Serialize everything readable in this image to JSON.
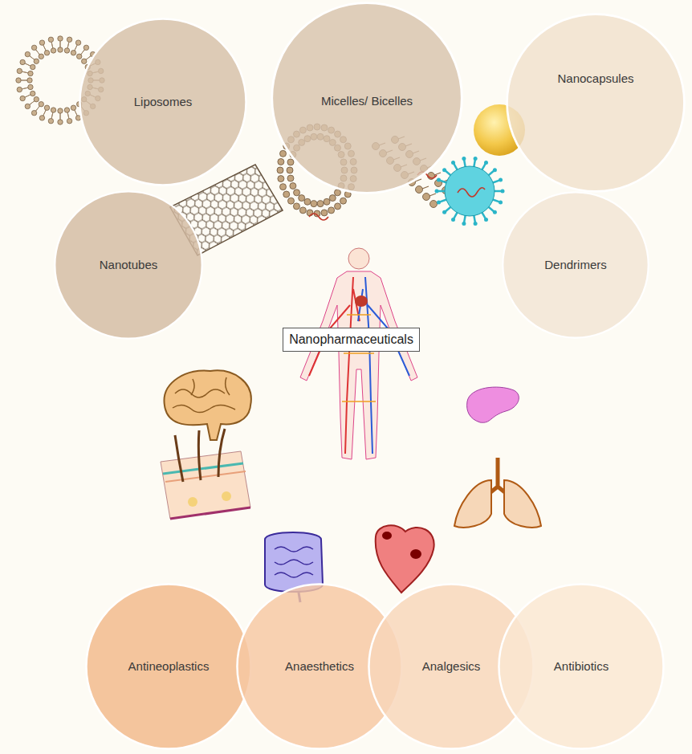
{
  "diagram": {
    "nodes": [
      {
        "text": [
          "Liposomes"
        ]
      },
      {
        "text": [
          "Micelles/ Bicelles"
        ]
      },
      {
        "text": [
          "Nanocapsules"
        ]
      },
      {
        "text": [
          "Nanotubes"
        ]
      },
      {
        "text": [
          "Dendrimers"
        ]
      },
      {
        "text": [
          "Nanopharmaceuticals"
        ]
      },
      {
        "text": [
          "Antineoplastics"
        ]
      },
      {
        "text": [
          "Anaesthetics"
        ]
      },
      {
        "text": [
          "Analgesics"
        ]
      },
      {
        "text": [
          "Antibiotics"
        ]
      }
    ]
  }
}
